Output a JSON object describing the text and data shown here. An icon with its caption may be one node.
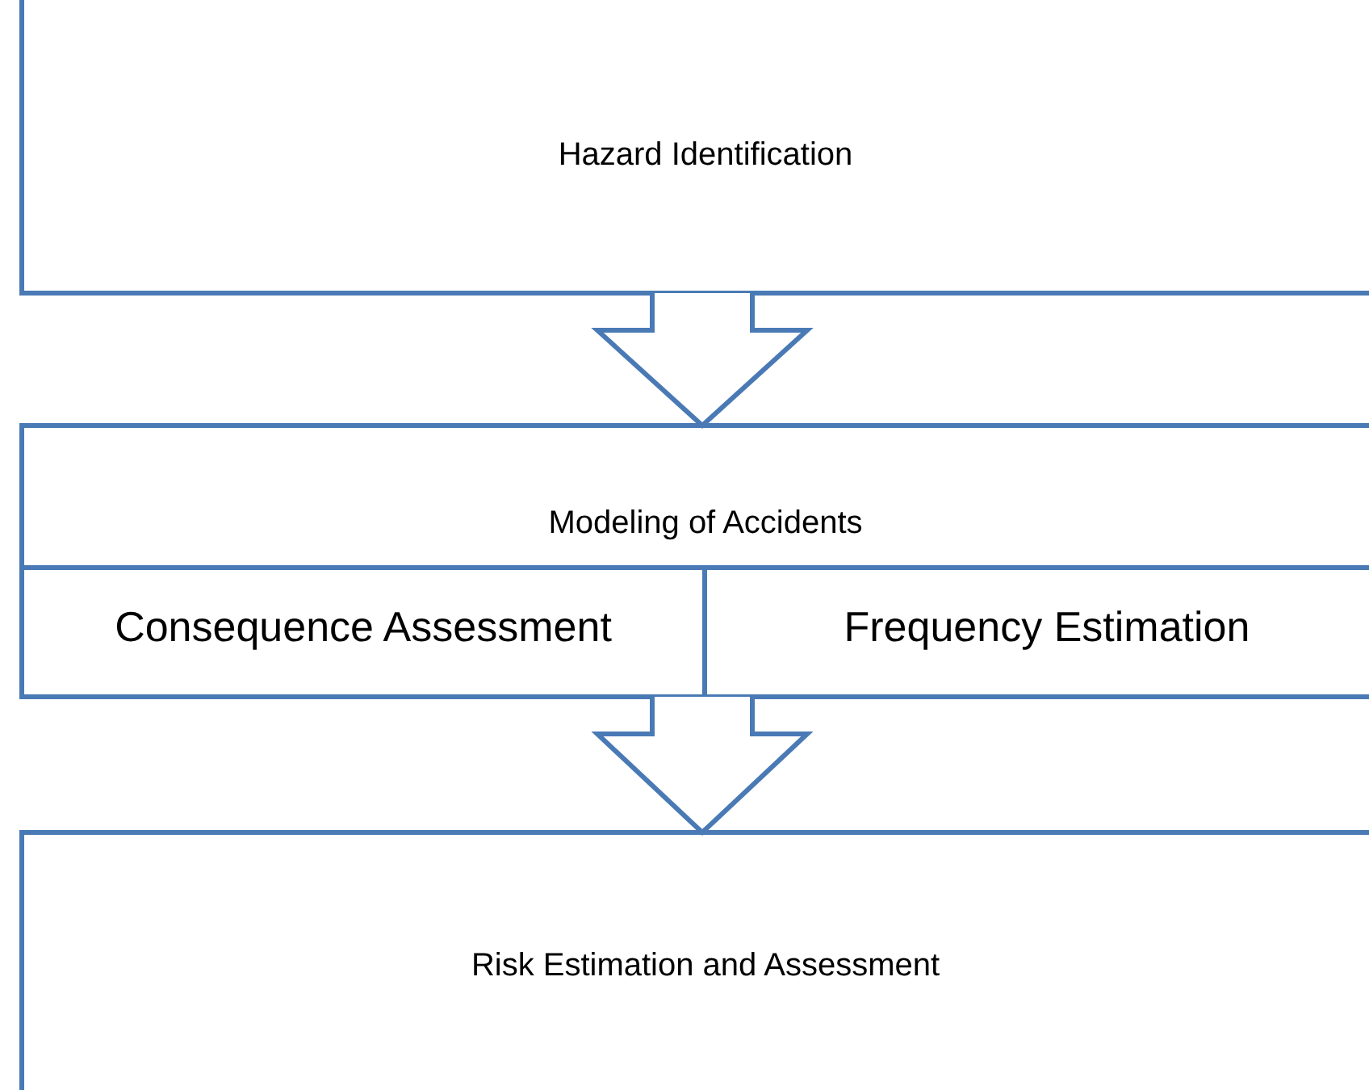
{
  "diagram": {
    "nodes": [
      {
        "text": [
          "Hazard Identification"
        ]
      },
      {
        "text": [
          "Modeling of Accidents"
        ]
      },
      {
        "text": [
          "Consequence Assessment"
        ],
        "in": 1
      },
      {
        "text": [
          "Frequency Estimation"
        ],
        "in": 1
      },
      {
        "text": [
          "Risk Estimation and Assessment"
        ]
      }
    ],
    "edges": [
      {
        "from": 0,
        "to": 1,
        "arrow": "to"
      },
      {
        "from": 1,
        "to": 4,
        "arrow": "to"
      }
    ]
  }
}
